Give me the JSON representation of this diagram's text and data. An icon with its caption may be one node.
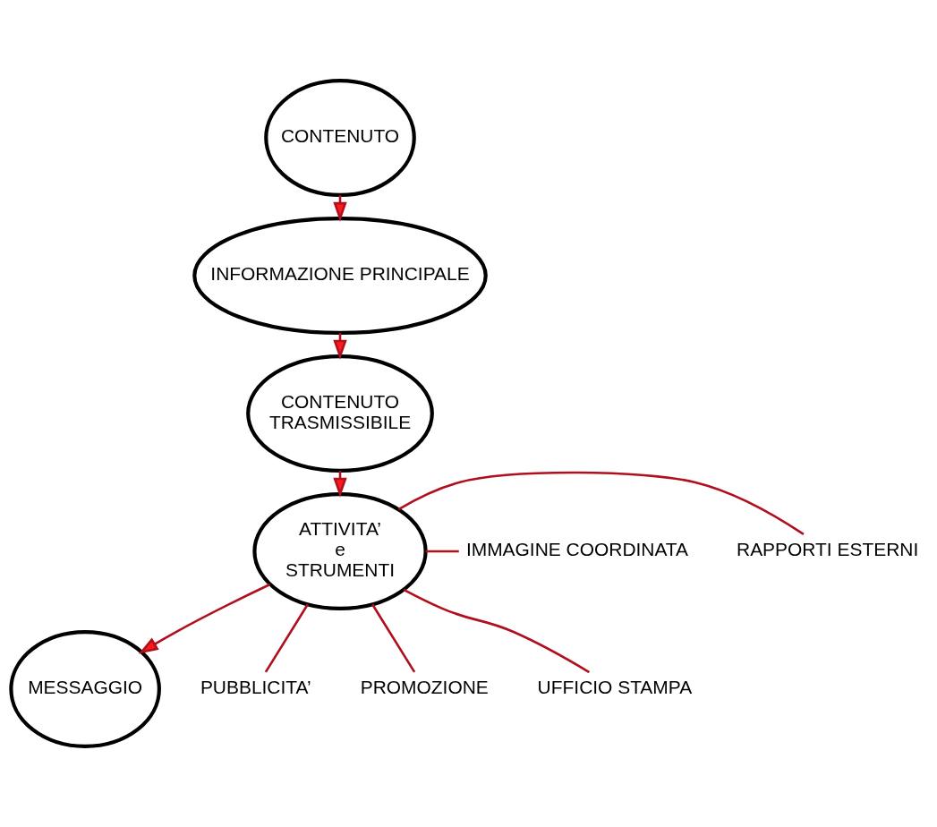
{
  "diagram": {
    "nodes": [
      {
        "text": [
          "CONTENUTO"
        ]
      },
      {
        "text": [
          "INFORMAZIONE PRINCIPALE"
        ]
      },
      {
        "text": [
          "CONTENUTO",
          "TRASMISSIBILE"
        ]
      },
      {
        "text": [
          "ATTIVITA’",
          "e",
          "STRUMENTI"
        ]
      },
      {
        "text": [
          "MESSAGGIO"
        ]
      },
      {
        "text": [
          "RAPPORTI ESTERNI"
        ]
      },
      {
        "text": [
          "IMMAGINE COORDINATA"
        ]
      },
      {
        "text": [
          "PUBBLICITA’"
        ]
      },
      {
        "text": [
          "PROMOZIONE"
        ]
      },
      {
        "text": [
          "UFFICIO STAMPA"
        ]
      }
    ],
    "edges": [
      {
        "from": 0,
        "to": 1,
        "arrow": "to"
      },
      {
        "from": 1,
        "to": 2,
        "arrow": "to"
      },
      {
        "from": 2,
        "to": 3,
        "arrow": "to"
      },
      {
        "from": 3,
        "to": 4,
        "arrow": "to"
      },
      {
        "from": 3,
        "to": 5,
        "arrow": "none"
      },
      {
        "from": 3,
        "to": 6,
        "arrow": "none"
      },
      {
        "from": 3,
        "to": 7,
        "arrow": "none"
      },
      {
        "from": 3,
        "to": 8,
        "arrow": "none"
      },
      {
        "from": 3,
        "to": 9,
        "arrow": "none"
      }
    ]
  }
}
